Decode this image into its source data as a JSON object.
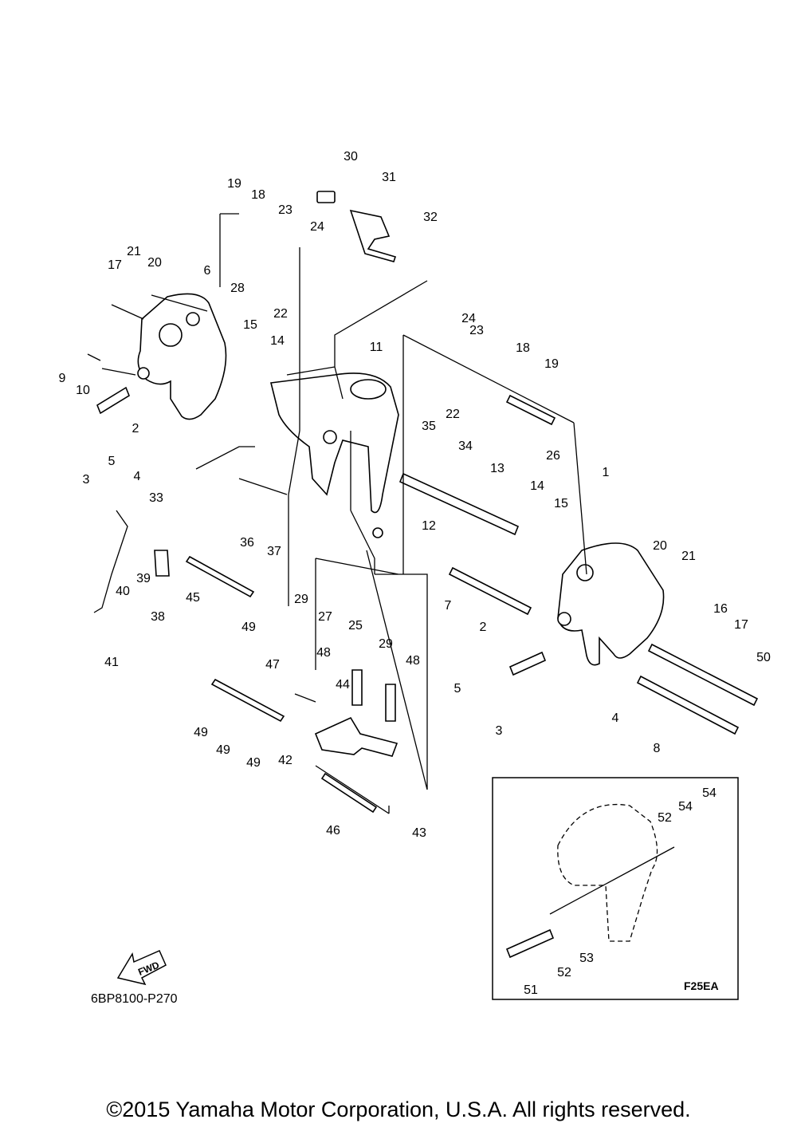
{
  "diagram": {
    "callouts": [
      "1",
      "2",
      "2",
      "3",
      "3",
      "4",
      "4",
      "5",
      "5",
      "6",
      "7",
      "8",
      "9",
      "10",
      "11",
      "12",
      "13",
      "14",
      "14",
      "15",
      "15",
      "16",
      "17",
      "17",
      "18",
      "18",
      "19",
      "19",
      "20",
      "20",
      "21",
      "21",
      "22",
      "22",
      "23",
      "23",
      "24",
      "24",
      "25",
      "26",
      "27",
      "28",
      "29",
      "29",
      "30",
      "31",
      "32",
      "33",
      "34",
      "35",
      "36",
      "37",
      "38",
      "39",
      "40",
      "41",
      "42",
      "43",
      "44",
      "45",
      "46",
      "47",
      "48",
      "48",
      "49",
      "49",
      "49",
      "49",
      "50",
      "51",
      "52",
      "52",
      "53",
      "54",
      "54"
    ],
    "fwd_label": "FWD",
    "doc_code": "6BP8100-P270",
    "inset": {
      "label": "F25EA"
    }
  },
  "copyright": "©2015 Yamaha Motor Corporation, U.S.A. All rights reserved."
}
